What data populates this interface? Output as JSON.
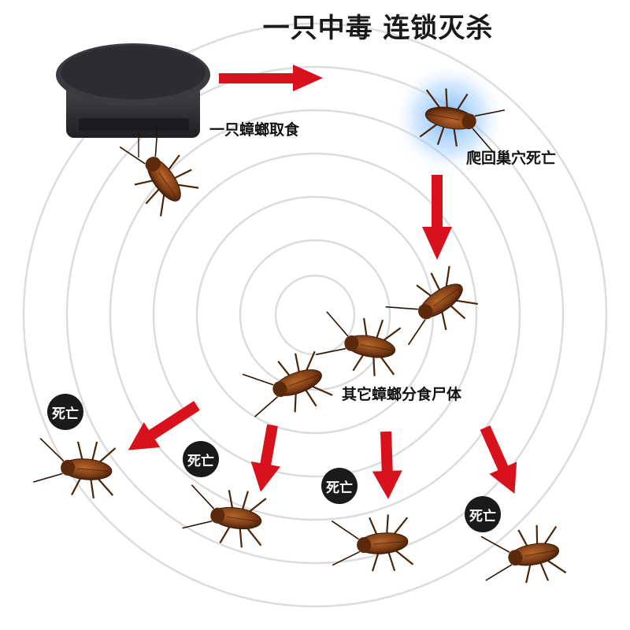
{
  "title": "一只中毒   连锁灭杀",
  "steps": {
    "feed": "一只蟑螂取食",
    "return_nest": "爬回巢穴死亡",
    "share": "其它蟑螂分食尸体"
  },
  "death_badges": [
    "死亡",
    "死亡",
    "死亡",
    "死亡"
  ],
  "colors": {
    "arrow": "#d8121c",
    "badge": "#1a1a1a",
    "rings": "#dcdcdc",
    "bait_box": "#2e2f33",
    "roach": "#7a3b14"
  },
  "icons": [
    "bait-box-icon",
    "cockroach-icon",
    "arrow-icon"
  ]
}
